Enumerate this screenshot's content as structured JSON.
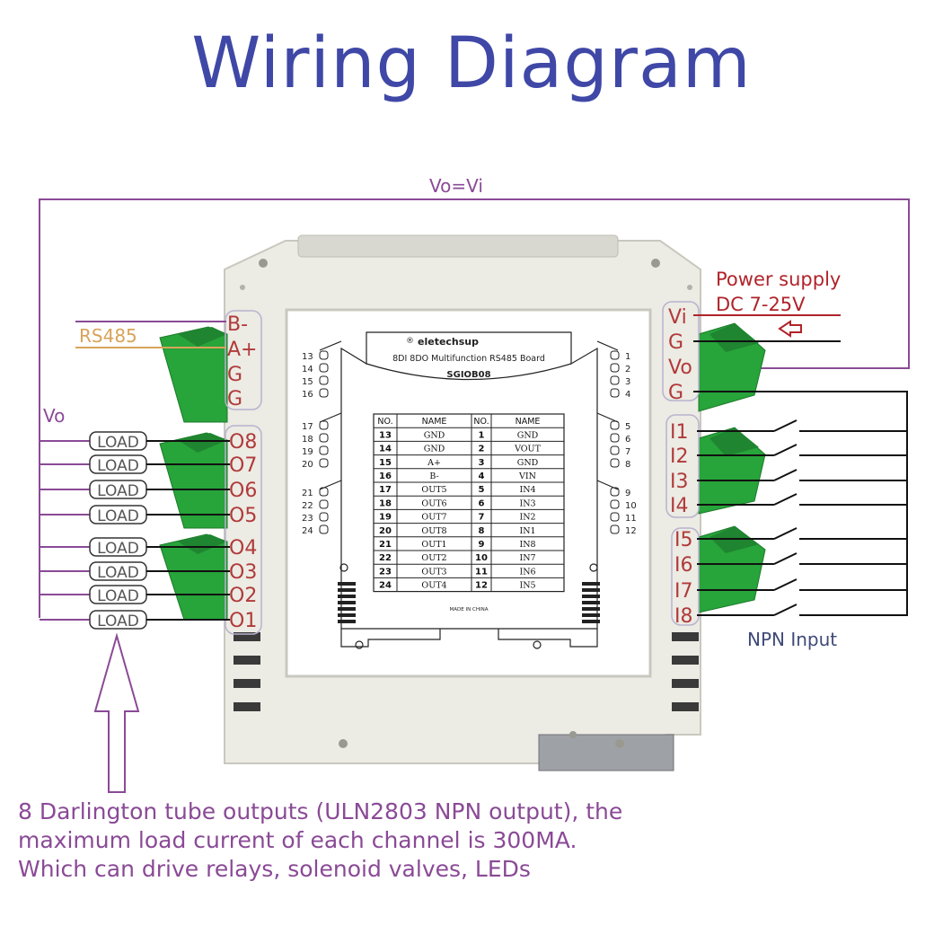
{
  "title": "Wiring Diagram",
  "vo_eq_vi": "Vo=Vi",
  "vo_left": "Vo",
  "rs485_label": "RS485",
  "power_supply": {
    "line1": "Power supply",
    "line2": "DC 7-25V"
  },
  "npn_input": "NPN Input",
  "left_terminals": [
    "B-",
    "A+",
    "G",
    "G"
  ],
  "output_terminals": [
    "O8",
    "O7",
    "O6",
    "O5",
    "O4",
    "O3",
    "O2",
    "O1"
  ],
  "right_power_terminals": [
    "Vi",
    "G",
    "Vo",
    "G"
  ],
  "input_terminals": [
    "I1",
    "I2",
    "I3",
    "I4",
    "I5",
    "I6",
    "I7",
    "I8"
  ],
  "load_label": "LOAD",
  "board": {
    "brand": "eletechsup",
    "name": "8DI 8DO Multifunction RS485 Board",
    "model": "SGIOB08",
    "made_in": "MADE IN CHINA",
    "pins_left": [
      "13",
      "14",
      "15",
      "16",
      "17",
      "18",
      "19",
      "20",
      "21",
      "22",
      "23",
      "24"
    ],
    "pins_right": [
      "1",
      "2",
      "3",
      "4",
      "5",
      "6",
      "7",
      "8",
      "9",
      "10",
      "11",
      "12"
    ],
    "table_headers": [
      "NO.",
      "NAME",
      "NO.",
      "NAME"
    ],
    "table_rows": [
      [
        "13",
        "GND",
        "1",
        "GND"
      ],
      [
        "14",
        "GND",
        "2",
        "VOUT"
      ],
      [
        "15",
        "A+",
        "3",
        "GND"
      ],
      [
        "16",
        "B-",
        "4",
        "VIN"
      ],
      [
        "17",
        "OUT5",
        "5",
        "IN4"
      ],
      [
        "18",
        "OUT6",
        "6",
        "IN3"
      ],
      [
        "19",
        "OUT7",
        "7",
        "IN2"
      ],
      [
        "20",
        "OUT8",
        "8",
        "IN1"
      ],
      [
        "21",
        "OUT1",
        "9",
        "IN8"
      ],
      [
        "22",
        "OUT2",
        "10",
        "IN7"
      ],
      [
        "23",
        "OUT3",
        "11",
        "IN6"
      ],
      [
        "24",
        "OUT4",
        "12",
        "IN5"
      ]
    ]
  },
  "note_lines": [
    "8 Darlington tube outputs (ULN2803 NPN output), the",
    "maximum load current of each channel is 300MA.",
    "Which can drive relays, solenoid valves, LEDs"
  ],
  "colors": {
    "title": "#3f48a6",
    "wire_purple": "#8a4a96",
    "wire_black": "#111111",
    "terminal_text": "#b03a3a",
    "rs485": "#d9a35a",
    "power": "#b0242a",
    "connector_green": "#27a43a",
    "housing": "#ecebe4"
  }
}
